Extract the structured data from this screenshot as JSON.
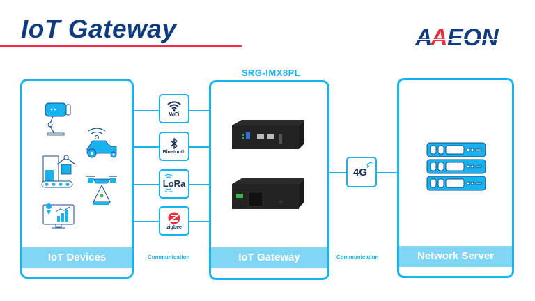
{
  "header": {
    "title": "IoT Gateway",
    "brand": "AAEON",
    "accent_color": "#16b3ef",
    "title_color": "#0f3c7e",
    "underline_color": "#e8323c"
  },
  "gateway_model": "SRG-IMX8PL",
  "panels": {
    "devices": {
      "label": "IoT Devices",
      "icons": [
        "security-camera-icon",
        "connected-vehicle-icon",
        "robotic-arm-conveyor-icon",
        "agri-drone-icon",
        "analytics-monitor-icon"
      ]
    },
    "gateway": {
      "label": "IoT Gateway",
      "images": [
        "gateway-device-front",
        "gateway-device-rear"
      ]
    },
    "server": {
      "label": "Network Server",
      "icons": [
        "server-rack-icon"
      ]
    }
  },
  "protocols": [
    {
      "label": "WiFi",
      "icon": "wifi-icon"
    },
    {
      "label": "Bluetooth",
      "icon": "bluetooth-icon"
    },
    {
      "label": "LoRa",
      "icon": "lora-icon"
    },
    {
      "label": "zigbee",
      "icon": "zigbee-icon"
    }
  ],
  "uplink": {
    "label": "4G",
    "icon": "cellular-signal-icon"
  },
  "communication_labels": [
    "Communication",
    "Communication"
  ]
}
